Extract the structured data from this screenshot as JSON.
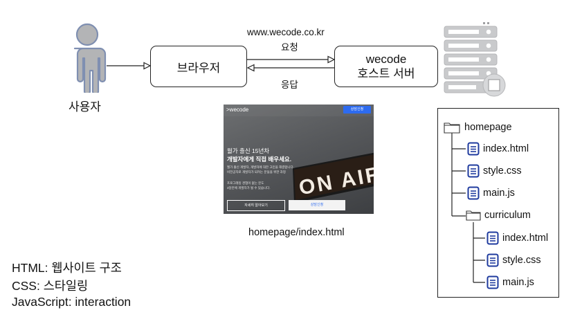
{
  "user": {
    "label": "사용자"
  },
  "browser": {
    "label": "브라우저"
  },
  "server": {
    "title": "wecode",
    "subtitle": "호스트 서버"
  },
  "request": {
    "url": "www.wecode.co.kr",
    "label": "요청"
  },
  "response": {
    "label": "응답"
  },
  "screenshot": {
    "caption": "homepage/index.html",
    "logo": ">wecode",
    "cta_top": "상담신청",
    "headline_1": "월가 출신 15년차",
    "headline_2": "개발자에게 직접 배우세요.",
    "body_1": "월가 출신 개발자, 개발자에 대한 고민을 해결합니다.",
    "body_2": "비전공자로 개발자가 되려는 분들을 위한 과정",
    "body_3": "프로그래밍 경험이 없는 분도",
    "body_4": "3달만에 개발자가 될 수 있습니다.",
    "sign_text": "ON AIR",
    "btn_more": "자세히 알아보기",
    "btn_apply": "상담신청"
  },
  "tree": {
    "root": "homepage",
    "files": [
      "index.html",
      "style.css",
      "main.js"
    ],
    "subfolder": "curriculum",
    "subfiles": [
      "index.html",
      "style.css",
      "main.js"
    ]
  },
  "legend": [
    "HTML: 웹사이트 구조",
    "CSS: 스타일링",
    "JavaScript: interaction"
  ],
  "colors": {
    "person": "#b3b4b6",
    "person_outline": "#7f8fb1",
    "server": "#c9cacc",
    "file_icon": "#1e3a9e"
  }
}
